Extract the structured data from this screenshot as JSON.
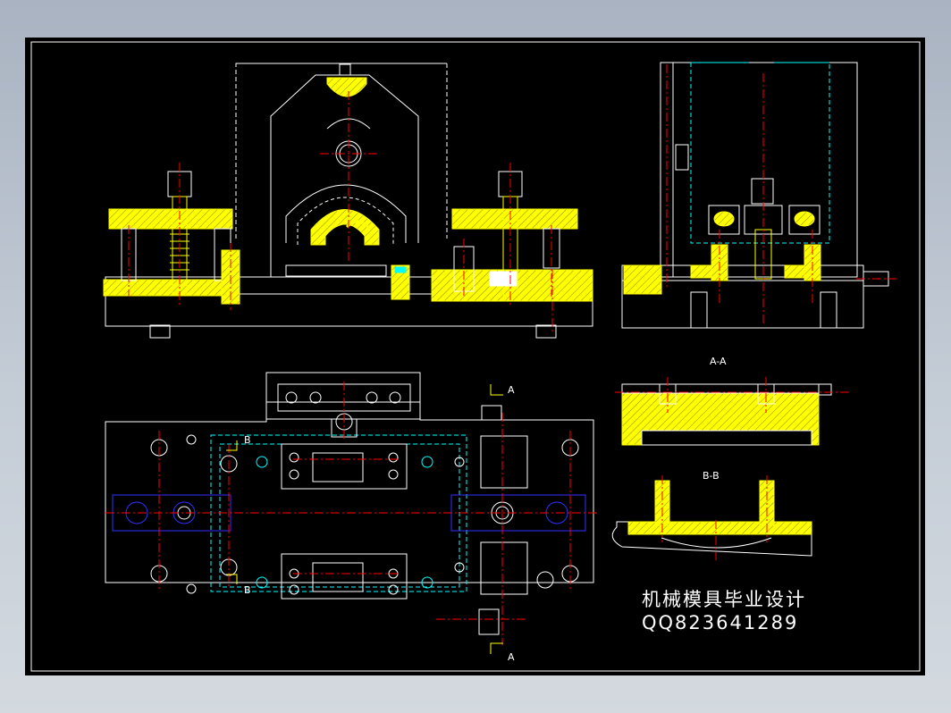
{
  "drawing": {
    "watermark": {
      "line1": "机械模具毕业设计",
      "line2": "QQ823641289"
    },
    "section_labels": {
      "aa_title": "A-A",
      "bb_title": "B-B",
      "a_top": "A",
      "a_bottom": "A",
      "b_top": "B",
      "b_bottom": "B"
    },
    "colors": {
      "background": "#000000",
      "outline": "#ffffff",
      "hatch": "#ffff00",
      "centerline": "#ff0000",
      "hidden": "#00ffff",
      "part_blue": "#3030ff"
    }
  }
}
